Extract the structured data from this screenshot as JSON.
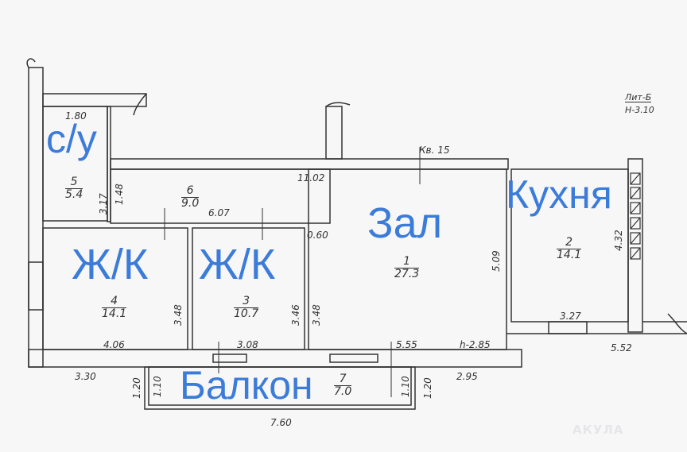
{
  "header": {
    "lit": "Лит-Б",
    "height": "Н-3.10",
    "apartment": "Кв. 15"
  },
  "rooms": [
    {
      "label": "с/у",
      "number": "5",
      "area": "5.4"
    },
    {
      "label": "",
      "number": "6",
      "area": "9.0"
    },
    {
      "label": "Зал",
      "number": "1",
      "area": "27.3"
    },
    {
      "label": "Кухня",
      "number": "2",
      "area": "14.1"
    },
    {
      "label": "Ж/К",
      "number": "4",
      "area": "14.1"
    },
    {
      "label": "Ж/К",
      "number": "3",
      "area": "10.7"
    },
    {
      "label": "Балкон",
      "number": "7",
      "area": "7.0"
    }
  ],
  "dimensions": {
    "d180": "1.80",
    "d317": "3.17",
    "d148": "1.48",
    "d1102": "11.02",
    "d607": "6.07",
    "d060": "0.60",
    "d509": "5.09",
    "d432": "4.32",
    "d348a": "3.48",
    "d348b": "3.46",
    "d348c": "3.48",
    "d327": "3.27",
    "d406": "4.06",
    "d308": "3.08",
    "d555": "5.55",
    "h": "h-2.85",
    "d552": "5.52",
    "d330": "3.30",
    "d295": "2.95",
    "d120a": "1.20",
    "d110a": "1.10",
    "d110b": "1.10",
    "d120b": "1.20",
    "d760": "7.60"
  },
  "watermark": {
    "brand": "АКУЛА"
  }
}
